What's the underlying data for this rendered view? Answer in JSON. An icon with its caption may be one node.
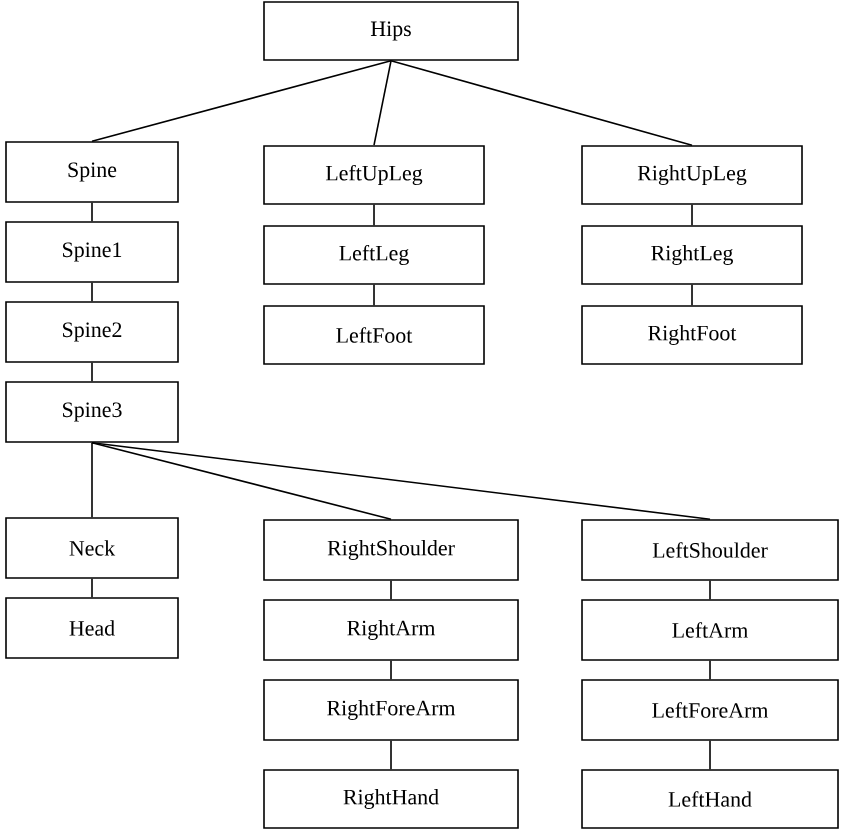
{
  "diagram": {
    "nodes": [
      {
        "text": [
          "Hips"
        ]
      },
      {
        "text": [
          "Spine"
        ]
      },
      {
        "text": [
          "LeftUpLeg"
        ]
      },
      {
        "text": [
          "RightUpLeg"
        ]
      },
      {
        "text": [
          "Spine1"
        ]
      },
      {
        "text": [
          "LeftLeg"
        ]
      },
      {
        "text": [
          "RightLeg"
        ]
      },
      {
        "text": [
          "Spine2"
        ]
      },
      {
        "text": [
          "LeftFoot"
        ]
      },
      {
        "text": [
          "RightFoot"
        ]
      },
      {
        "text": [
          "Spine3"
        ]
      },
      {
        "text": [
          "Neck"
        ]
      },
      {
        "text": [
          "RightShoulder"
        ]
      },
      {
        "text": [
          "LeftShoulder"
        ]
      },
      {
        "text": [
          "Head"
        ]
      },
      {
        "text": [
          "RightArm"
        ]
      },
      {
        "text": [
          "LeftArm"
        ]
      },
      {
        "text": [
          "RightForeArm"
        ]
      },
      {
        "text": [
          "LeftForeArm"
        ]
      },
      {
        "text": [
          "RightHand"
        ]
      },
      {
        "text": [
          "LeftHand"
        ]
      }
    ],
    "edges": [
      {
        "from": 0,
        "to": 1,
        "arrow": "none"
      },
      {
        "from": 0,
        "to": 2,
        "arrow": "none"
      },
      {
        "from": 0,
        "to": 3,
        "arrow": "none"
      },
      {
        "from": 1,
        "to": 4,
        "arrow": "none"
      },
      {
        "from": 4,
        "to": 7,
        "arrow": "none"
      },
      {
        "from": 7,
        "to": 10,
        "arrow": "none"
      },
      {
        "from": 2,
        "to": 5,
        "arrow": "none"
      },
      {
        "from": 5,
        "to": 8,
        "arrow": "none"
      },
      {
        "from": 3,
        "to": 6,
        "arrow": "none"
      },
      {
        "from": 6,
        "to": 9,
        "arrow": "none"
      },
      {
        "from": 10,
        "to": 11,
        "arrow": "none"
      },
      {
        "from": 10,
        "to": 12,
        "arrow": "none"
      },
      {
        "from": 10,
        "to": 13,
        "arrow": "none"
      },
      {
        "from": 11,
        "to": 14,
        "arrow": "none"
      },
      {
        "from": 12,
        "to": 15,
        "arrow": "none"
      },
      {
        "from": 15,
        "to": 17,
        "arrow": "none"
      },
      {
        "from": 17,
        "to": 19,
        "arrow": "none"
      },
      {
        "from": 13,
        "to": 16,
        "arrow": "none"
      },
      {
        "from": 16,
        "to": 18,
        "arrow": "none"
      },
      {
        "from": 18,
        "to": 20,
        "arrow": "none"
      }
    ]
  }
}
